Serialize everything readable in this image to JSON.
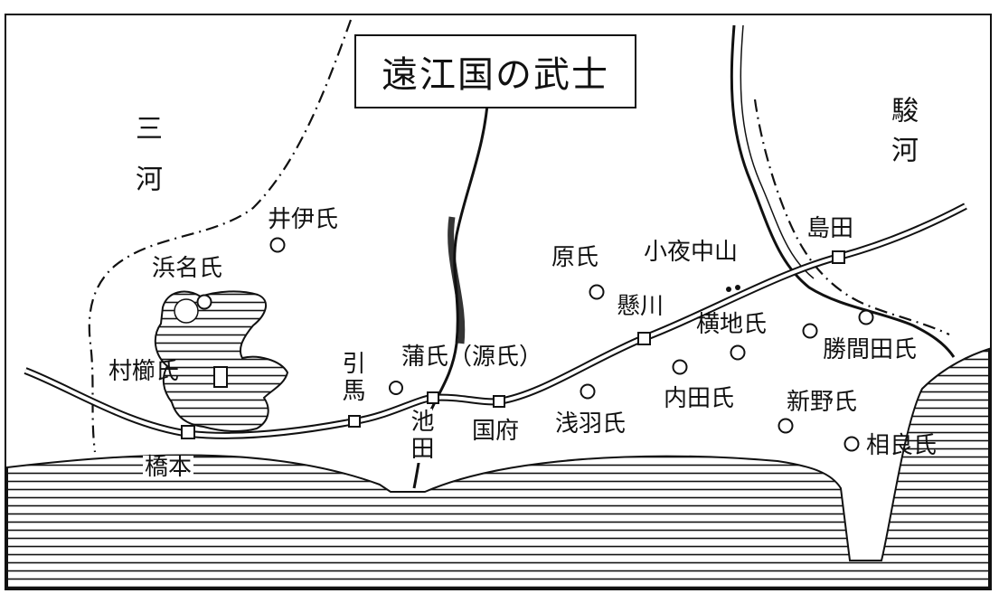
{
  "title": "遠江国の武士",
  "provinces": {
    "west": "三河",
    "east": "駿河"
  },
  "clans": {
    "ii": "井伊氏",
    "hamana": "浜名氏",
    "muragushi": "村櫛氏",
    "kaba": "蒲氏（源氏）",
    "hara": "原氏",
    "yokoji": "横地氏",
    "katsumata": "勝間田氏",
    "uchida": "内田氏",
    "asaba": "浅羽氏",
    "niino": "新野氏",
    "sagara": "相良氏"
  },
  "places": {
    "hashimoto": "橋本",
    "hikuma": "引馬",
    "ikeda": "池田",
    "kokufu": "国府",
    "kakegawa": "懸川",
    "sayonakayama": "小夜中山",
    "shimada": "島田"
  },
  "colors": {
    "ink": "#111111",
    "paper": "#ffffff"
  }
}
